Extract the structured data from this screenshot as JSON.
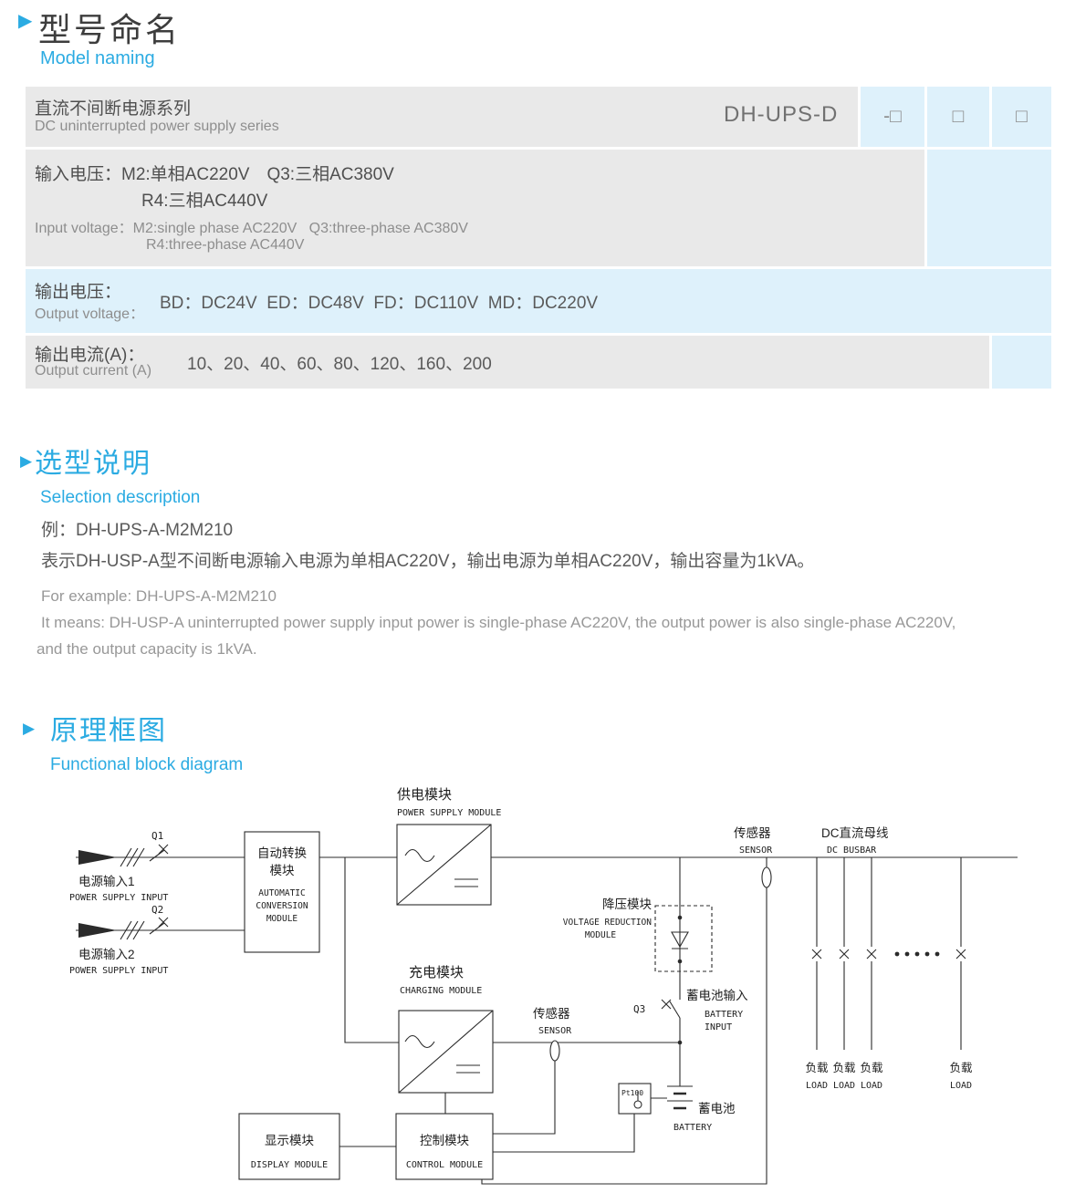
{
  "ui": {
    "section_marker": "▶"
  },
  "model_naming": {
    "title": "型号命名",
    "subtitle": "Model naming",
    "table": {
      "series_cn": "直流不间断电源系列",
      "series_en": "DC uninterrupted power supply series",
      "model_code": "DH-UPS-D",
      "code_slots": [
        "-□",
        "□",
        "□"
      ],
      "input_voltage": {
        "cn_line1": "输入电压：M2:单相AC220V　Q3:三相AC380V",
        "cn_line2": "R4:三相AC440V",
        "en_line1": "Input voltage：M2:single phase AC220V   Q3:three-phase AC380V",
        "en_line2": "R4:three-phase AC440V"
      },
      "output_voltage": {
        "cn_label": "输出电压：",
        "en_label": "Output voltage：",
        "values": "BD：DC24V  ED：DC48V  FD：DC110V  MD：DC220V"
      },
      "output_current": {
        "cn_label": "输出电流(A)：",
        "en_label": "Output current (A)",
        "values": "10、20、40、60、80、120、160、200"
      }
    }
  },
  "selection": {
    "title": "选型说明",
    "subtitle": "Selection description",
    "example_cn": "例：DH-UPS-A-M2M210",
    "desc_cn": "表示DH-USP-A型不间断电源输入电源为单相AC220V，输出电源为单相AC220V，输出容量为1kVA。",
    "example_en": "For example: DH-UPS-A-M2M210",
    "desc_en_line1": "It means: DH-USP-A uninterrupted power supply input power is single-phase AC220V, the output power is also single-phase AC220V,",
    "desc_en_line2": "and the output capacity is 1kVA."
  },
  "diagram": {
    "title": "原理框图",
    "subtitle": "Functional block diagram",
    "power_supply_module": {
      "cn": "供电模块",
      "en": "POWER SUPPLY MODULE"
    },
    "input1": {
      "breaker": "Q1",
      "cn": "电源输入1",
      "en": "POWER SUPPLY INPUT"
    },
    "input2": {
      "breaker": "Q2",
      "cn": "电源输入2",
      "en": "POWER SUPPLY INPUT"
    },
    "auto_conversion": {
      "cn1": "自动转换",
      "cn2": "模块",
      "en1": "AUTOMATIC",
      "en2": "CONVERSION",
      "en3": "MODULE"
    },
    "sensor_top": {
      "cn": "传感器",
      "en": "SENSOR"
    },
    "busbar": {
      "cn": "DC直流母线",
      "en": "DC BUSBAR"
    },
    "voltage_reduction": {
      "cn": "降压模块",
      "en1": "VOLTAGE REDUCTION",
      "en2": "MODULE"
    },
    "charging": {
      "cn": "充电模块",
      "en": "CHARGING MODULE"
    },
    "sensor_charging": {
      "cn": "传感器",
      "en": "SENSOR"
    },
    "battery_input": {
      "breaker": "Q3",
      "cn": "蓄电池输入",
      "en1": "BATTERY",
      "en2": "INPUT"
    },
    "battery": {
      "cn": "蓄电池",
      "en": "BATTERY",
      "probe": "Pt100"
    },
    "display": {
      "cn": "显示模块",
      "en": "DISPLAY MODULE"
    },
    "control": {
      "cn": "控制模块",
      "en": "CONTROL MODULE"
    },
    "loads": [
      {
        "cn": "负载",
        "en": "LOAD"
      },
      {
        "cn": "负载",
        "en": "LOAD"
      },
      {
        "cn": "负载",
        "en": "LOAD"
      },
      {
        "cn": "负载",
        "en": "LOAD"
      }
    ]
  },
  "colors": {
    "accent_blue": "#2babe2",
    "row_gray": "#e9e9e9",
    "row_blue": "#def1fb"
  }
}
